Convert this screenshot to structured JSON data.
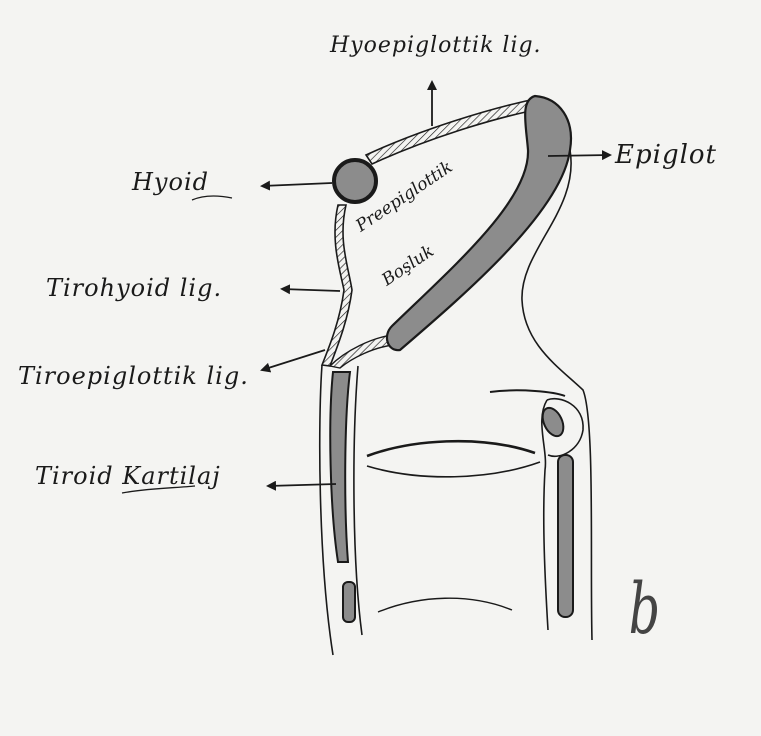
{
  "labels": {
    "hyoepiglottic": "Hyoepiglottik lig.",
    "hyoid": "Hyoid",
    "thyrohyoid": "Tirohyoid lig.",
    "thyroepiglottic": "Tiroepiglottik lig.",
    "thyroid_cartilage": "Tiroid Kartilaj",
    "epiglottis": "Epiglot",
    "preepiglottic": "Preepiglottik",
    "space": "Boşluk"
  },
  "signature": "b",
  "colors": {
    "ink": "#1a1a1a",
    "fill": "#8c8c8c",
    "background": "#f4f4f2"
  }
}
